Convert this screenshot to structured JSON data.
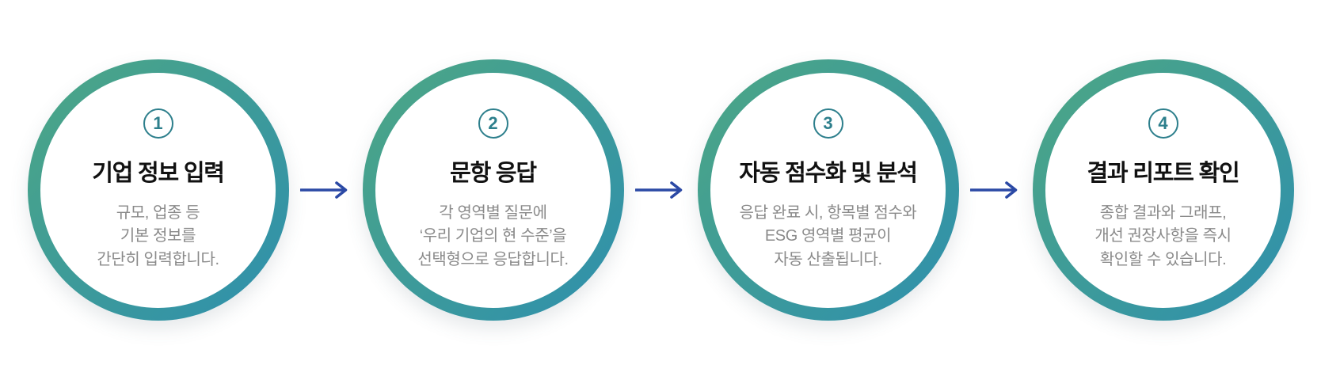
{
  "diagram": {
    "type": "process-flow",
    "orientation": "horizontal",
    "step_count": 4
  },
  "colors": {
    "ring_gradient_start": "#4DA784",
    "ring_gradient_end": "#2E8FAE",
    "badge_teal": "#2D7F8C",
    "arrow_blue": "#2B49A5",
    "title_text": "#111111",
    "description_text": "#8A8A8A",
    "background": "#FFFFFF"
  },
  "steps": [
    {
      "number": "1",
      "title": "기업 정보 입력",
      "description": "규모, 업종 등\n기본 정보를\n간단히 입력합니다."
    },
    {
      "number": "2",
      "title": "문항 응답",
      "description": "각 영역별 질문에\n‘우리 기업의 현 수준’을\n선택형으로 응답합니다."
    },
    {
      "number": "3",
      "title": "자동 점수화 및 분석",
      "description": "응답 완료 시, 항목별 점수와\nESG 영역별 평균이\n자동 산출됩니다."
    },
    {
      "number": "4",
      "title": "결과 리포트 확인",
      "description": "종합 결과와 그래프,\n개선 권장사항을 즉시\n확인할 수 있습니다."
    }
  ]
}
